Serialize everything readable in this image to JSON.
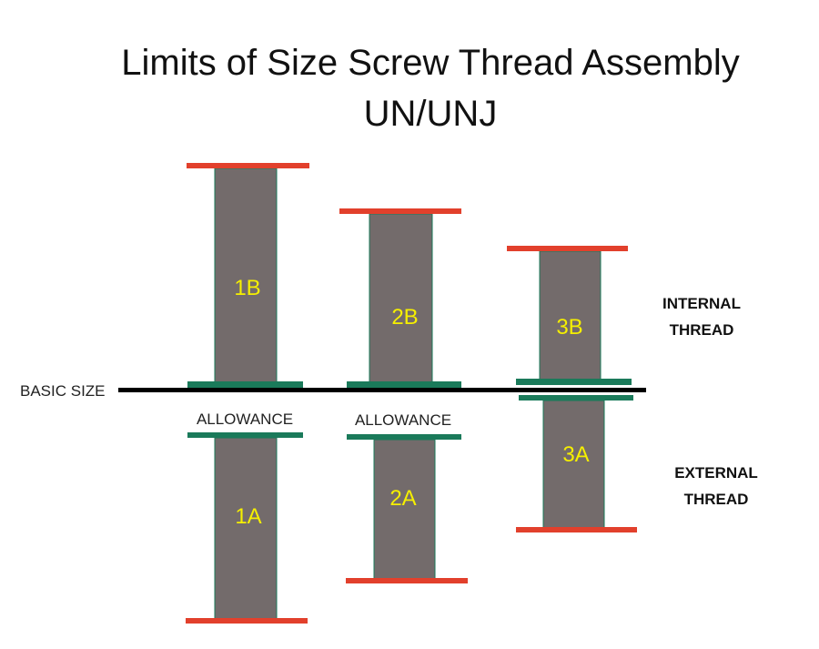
{
  "title": {
    "line1": "Limits of Size Screw Thread Assembly",
    "line2": "UN/UNJ"
  },
  "basic_size_label": "BASIC SIZE",
  "allowance_label": "ALLOWANCE",
  "internal": {
    "line1": "INTERNAL",
    "line2": "THREAD"
  },
  "external": {
    "line1": "EXTERNAL",
    "line2": "THREAD"
  },
  "classes": {
    "b1": "1B",
    "b2": "2B",
    "b3": "3B",
    "a1": "1A",
    "a2": "2A",
    "a3": "3A"
  },
  "colors": {
    "upper_limit": "#e2402c",
    "basic_limit": "#1a7a5a",
    "band": "#736b6b",
    "label": "#f5ef00"
  }
}
